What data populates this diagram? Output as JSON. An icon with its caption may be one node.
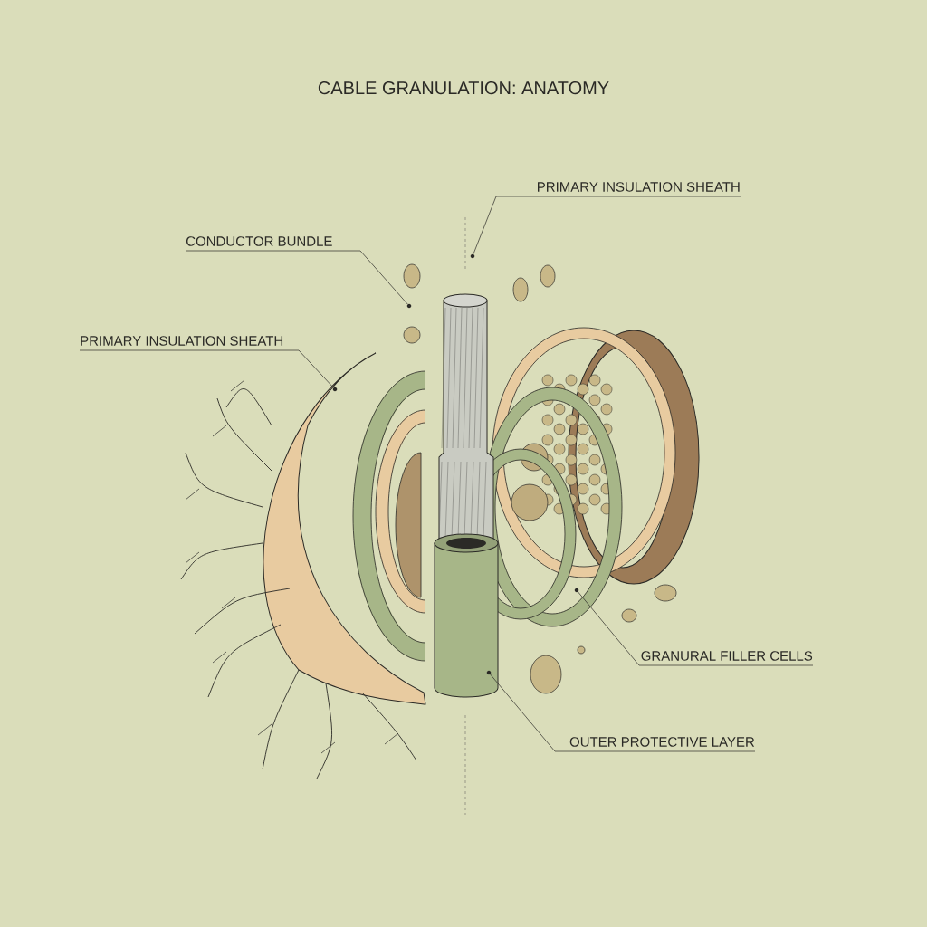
{
  "diagram": {
    "title": "CABLE GRANULATION: ANATOMY",
    "nodes": [
      {
        "text": [
          "PRIMARY INSULATION SHEATH"
        ]
      },
      {
        "text": [
          "CONDUCTOR BUNDLE"
        ]
      },
      {
        "text": [
          "PRIMARY INSULATION SHEATH"
        ]
      },
      {
        "text": [
          "GRANURAL FILLER CELLS"
        ]
      },
      {
        "text": [
          "OUTER PROTECTIVE LAYER"
        ]
      },
      {
        "text": [],
        "shape": "circle"
      },
      {
        "text": [],
        "shape": "circle"
      },
      {
        "text": [],
        "shape": "circle"
      },
      {
        "text": [],
        "shape": "circle"
      },
      {
        "text": [],
        "shape": "circle"
      }
    ],
    "edges": [
      {
        "from": 0,
        "to": 5,
        "arrow": "none"
      },
      {
        "from": 1,
        "to": 6,
        "arrow": "none"
      },
      {
        "from": 2,
        "to": 7,
        "arrow": "none"
      },
      {
        "from": 3,
        "to": 8,
        "arrow": "none"
      },
      {
        "from": 4,
        "to": 9,
        "arrow": "none"
      }
    ]
  }
}
